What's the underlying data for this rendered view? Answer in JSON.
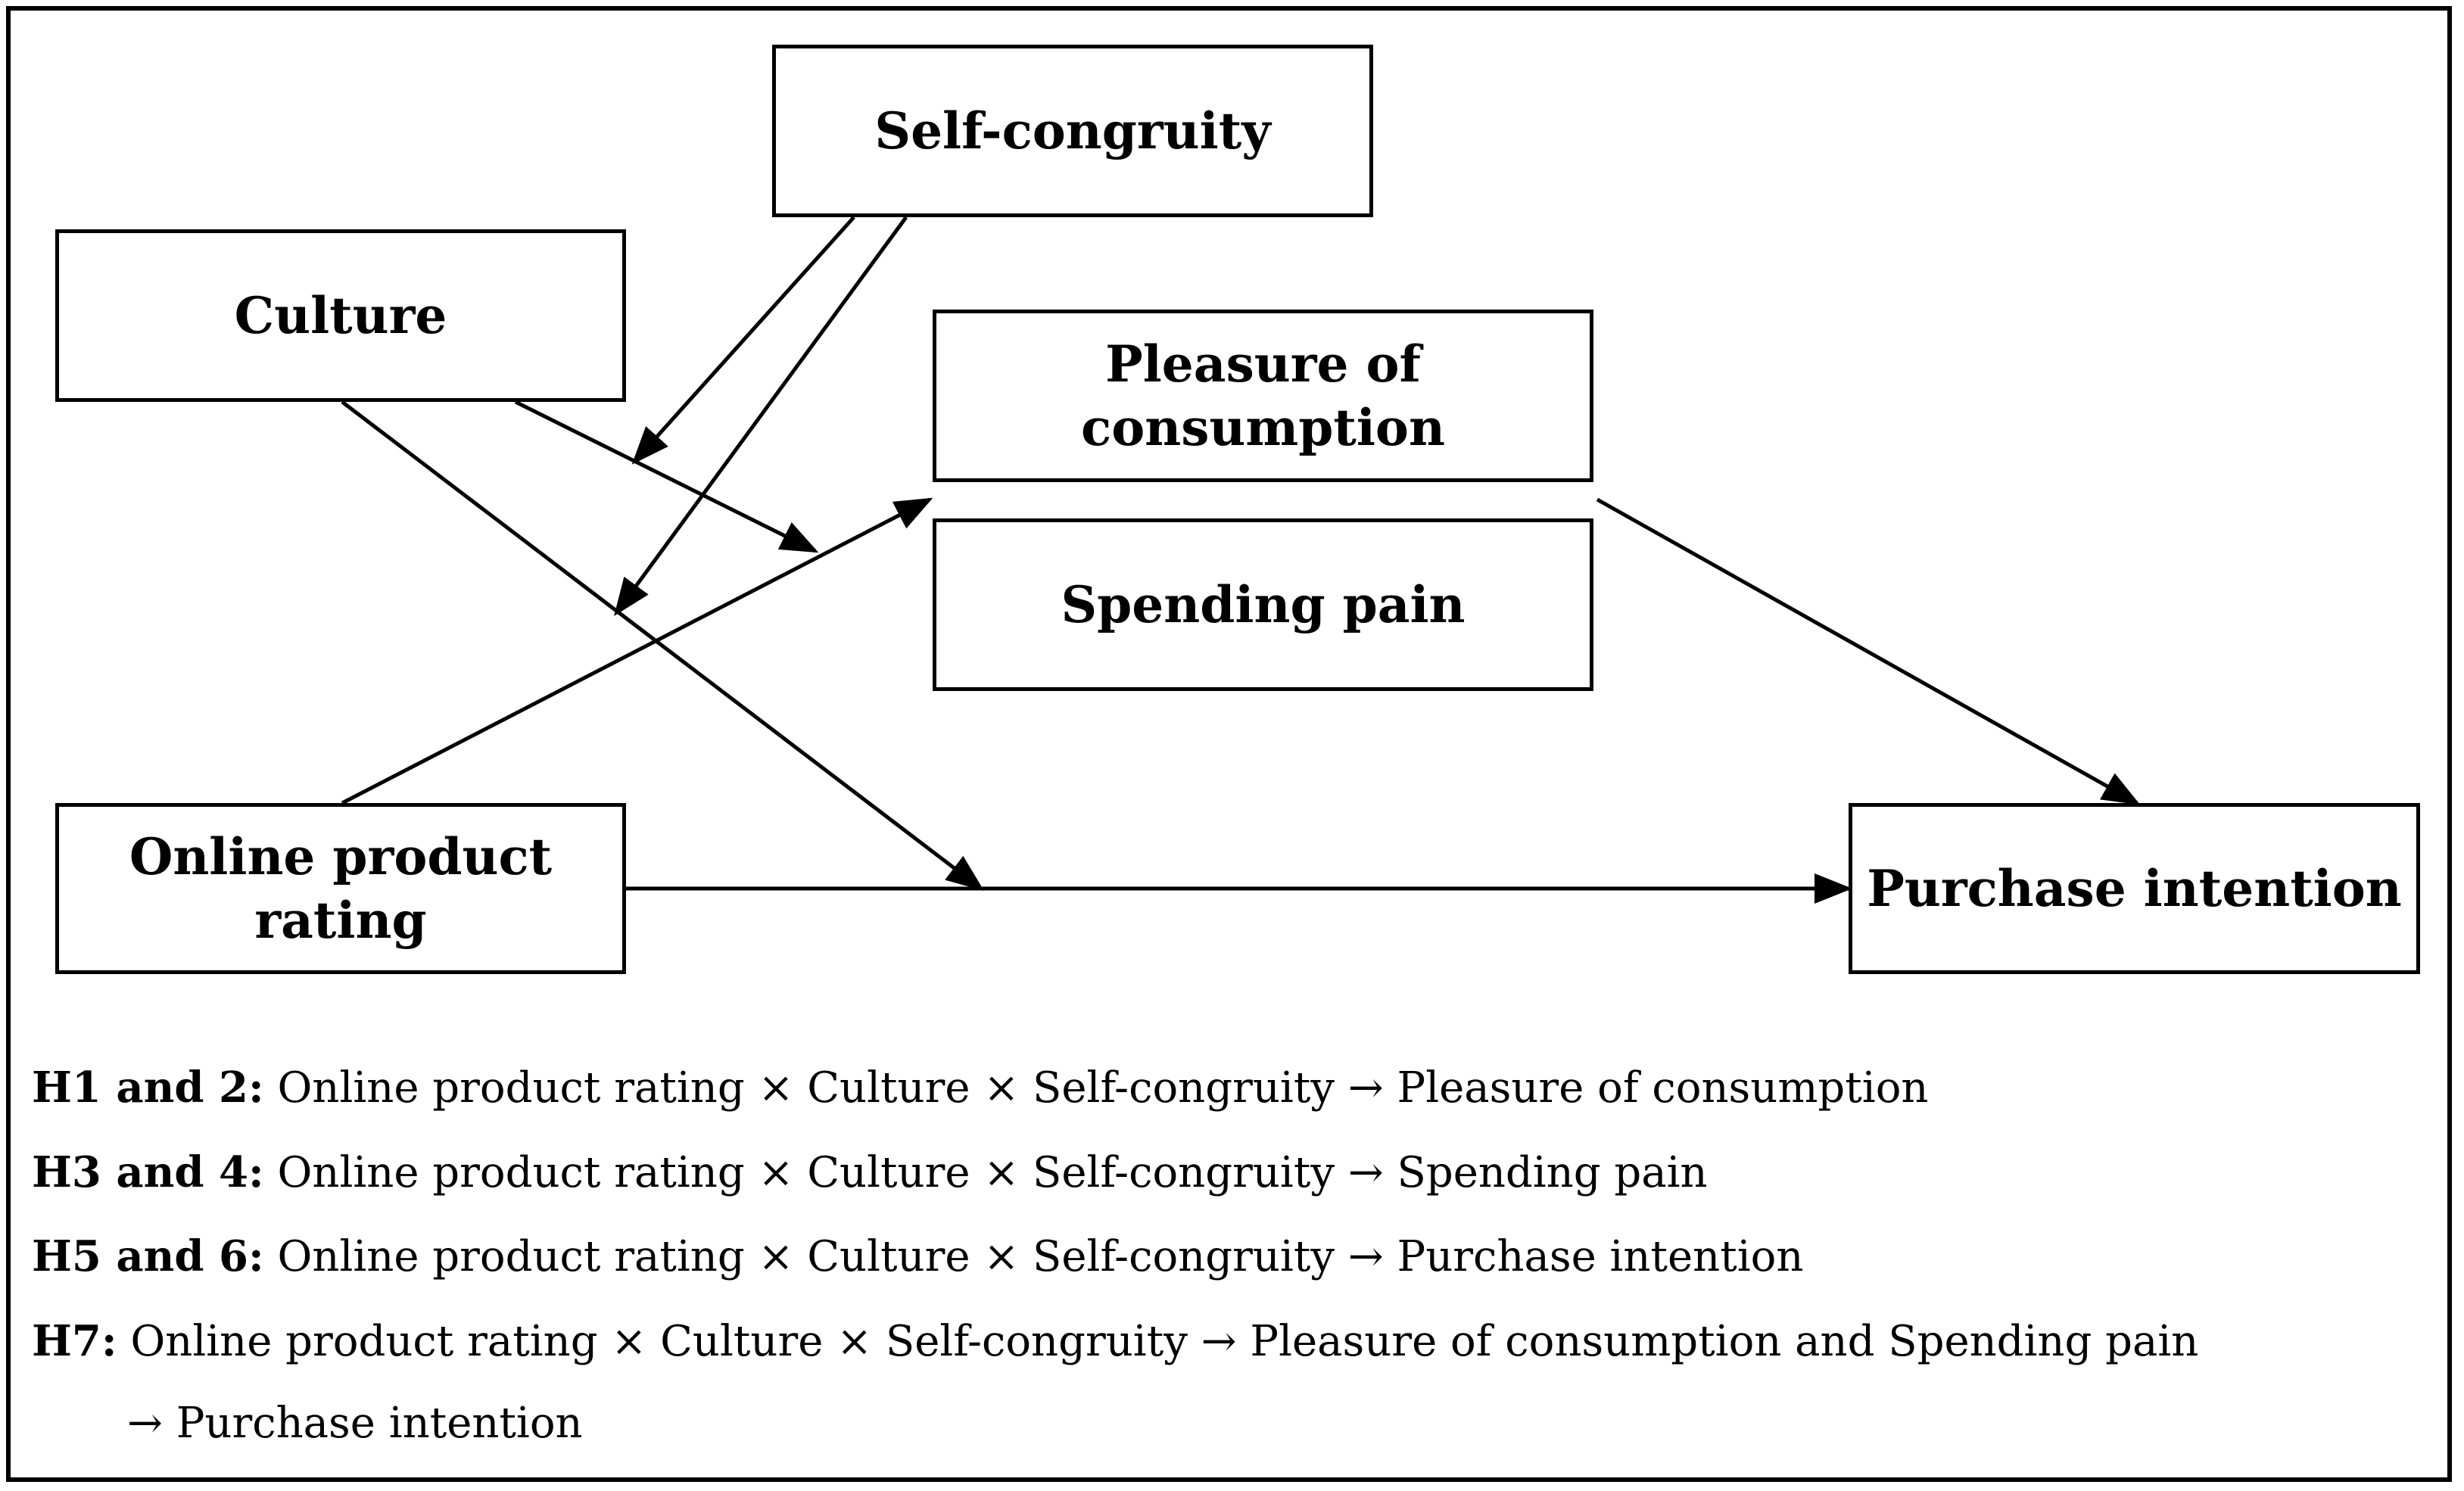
{
  "nodes": {
    "self_congruity": "Self-congruity",
    "culture": "Culture",
    "pleasure": "Pleasure of\nconsumption",
    "spending_pain": "Spending pain",
    "online_rating": "Online product\nrating",
    "purchase_intention": "Purchase intention"
  },
  "hypotheses": [
    {
      "label": "H1 and 2:",
      "text": "Online product rating × Culture × Self-congruity → Pleasure of consumption"
    },
    {
      "label": "H3 and 4:",
      "text": "Online product rating × Culture × Self-congruity → Spending pain"
    },
    {
      "label": "H5 and 6:",
      "text": "Online product rating × Culture × Self-congruity → Purchase intention"
    },
    {
      "label": "H7:",
      "text": "Online product rating × Culture × Self-congruity → Pleasure of consumption and Spending pain"
    },
    {
      "label": "",
      "text": "→ Purchase intention"
    }
  ],
  "edges": [
    {
      "from": "self_congruity",
      "to": "culture→pleasure path"
    },
    {
      "from": "self_congruity",
      "to": "culture→purchase path"
    },
    {
      "from": "culture",
      "to": "online_rating→pleasure path"
    },
    {
      "from": "culture",
      "to": "online_rating→purchase path"
    },
    {
      "from": "online_rating",
      "to": "pleasure"
    },
    {
      "from": "online_rating",
      "to": "purchase_intention"
    },
    {
      "from": "pleasure",
      "to": "purchase_intention"
    }
  ]
}
